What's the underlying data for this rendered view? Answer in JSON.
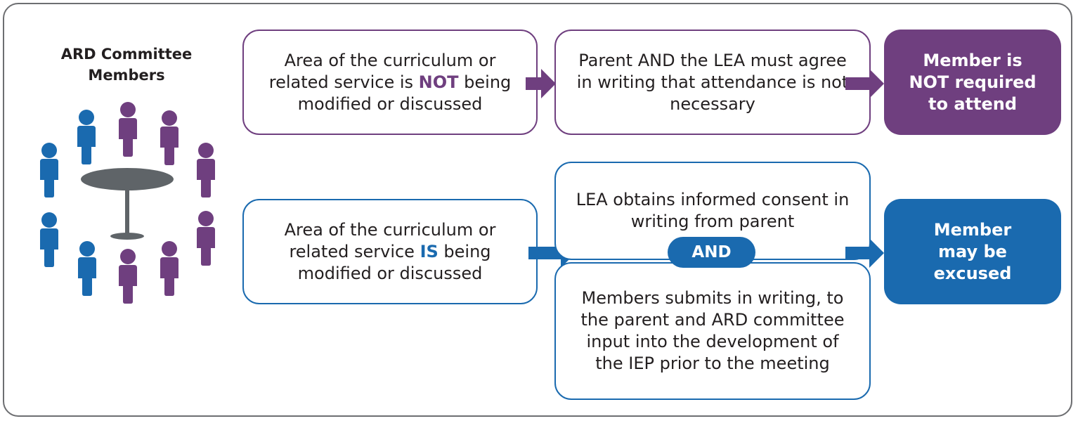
{
  "title": {
    "line1": "ARD Committee",
    "line2": "Members"
  },
  "icons": {
    "people": "people-around-table-icon"
  },
  "colors": {
    "purple": "#6f3f7f",
    "blue": "#1a6aaf",
    "table": "#5f6468",
    "frame": "#6d6e71"
  },
  "row_not": {
    "condition": {
      "pre": "Area of the curriculum or related service is ",
      "keyword": "NOT",
      "post": " being modified or discussed"
    },
    "requirement": "Parent AND the LEA must agree in writing that attendance is not necessary",
    "result": {
      "pre": "Member is",
      "keyword": "NOT",
      "post": " required to attend"
    }
  },
  "row_is": {
    "condition": {
      "pre": "Area of the curriculum or related service ",
      "keyword": "IS",
      "post": " being modified or discussed"
    },
    "requirement_a": "LEA obtains informed consent in writing from parent",
    "connector": "AND",
    "requirement_b": "Members submits in writing, to the parent and ARD committee input into the development of the IEP prior to the meeting",
    "result": "Member may be excused"
  }
}
